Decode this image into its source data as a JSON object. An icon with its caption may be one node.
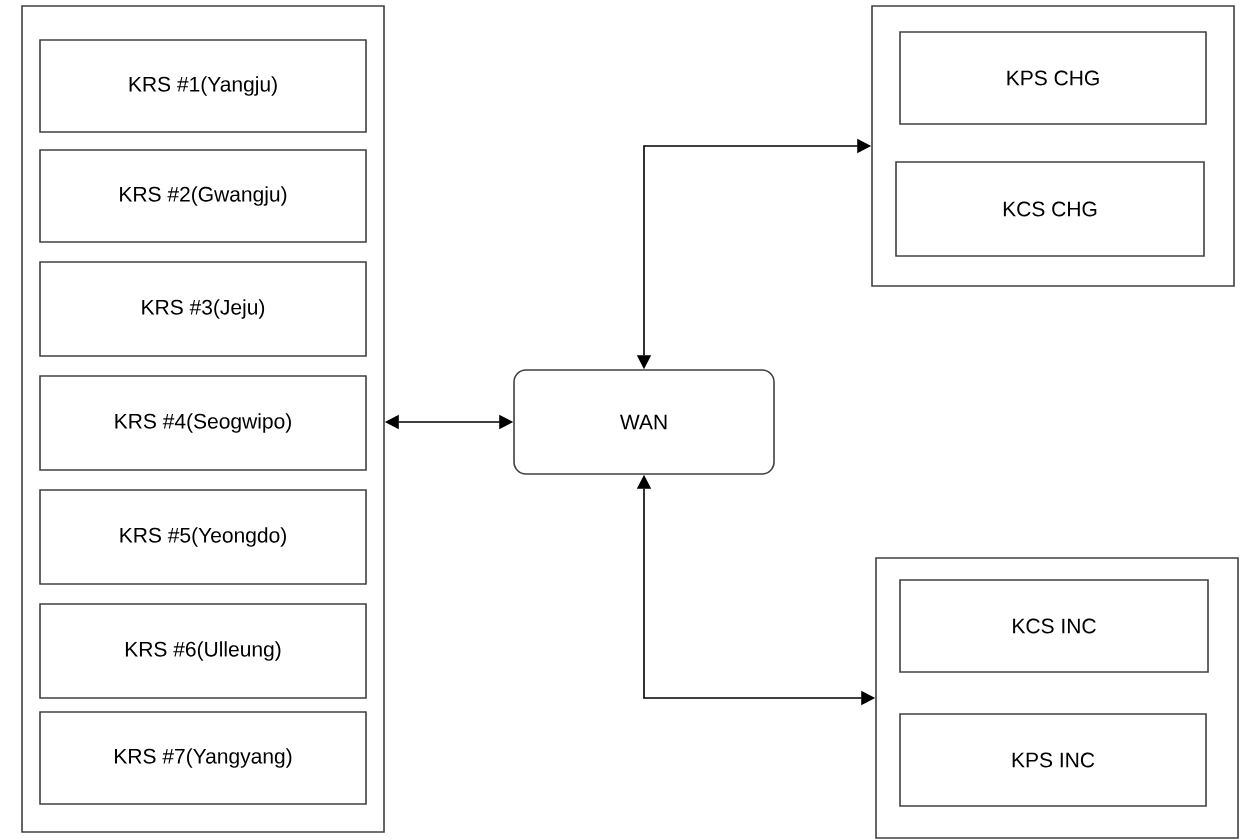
{
  "diagram": {
    "nodes": [
      {
        "text": [],
        "shape": "box"
      },
      {
        "text": [
          "KRS #1(Yangju)"
        ],
        "in": 0
      },
      {
        "text": [
          "KRS #2(Gwangju)"
        ],
        "in": 0
      },
      {
        "text": [
          "KRS #3(Jeju)"
        ],
        "in": 0
      },
      {
        "text": [
          "KRS #4(Seogwipo)"
        ],
        "in": 0
      },
      {
        "text": [
          "KRS #5(Yeongdo)"
        ],
        "in": 0
      },
      {
        "text": [
          "KRS #6(Ulleung)"
        ],
        "in": 0
      },
      {
        "text": [
          "KRS #7(Yangyang)"
        ],
        "in": 0
      },
      {
        "text": [
          "WAN"
        ]
      },
      {
        "text": [],
        "shape": "box"
      },
      {
        "text": [
          "KPS CHG"
        ],
        "in": 9
      },
      {
        "text": [
          "KCS CHG"
        ],
        "in": 9
      },
      {
        "text": [],
        "shape": "box"
      },
      {
        "text": [
          "KCS INC"
        ],
        "in": 12
      },
      {
        "text": [
          "KPS INC"
        ],
        "in": 12
      }
    ],
    "edges": [
      {
        "from": 0,
        "to": 8,
        "arrow": "both"
      },
      {
        "from": 8,
        "to": 9,
        "arrow": "both"
      },
      {
        "from": 8,
        "to": 12,
        "arrow": "both"
      }
    ]
  }
}
